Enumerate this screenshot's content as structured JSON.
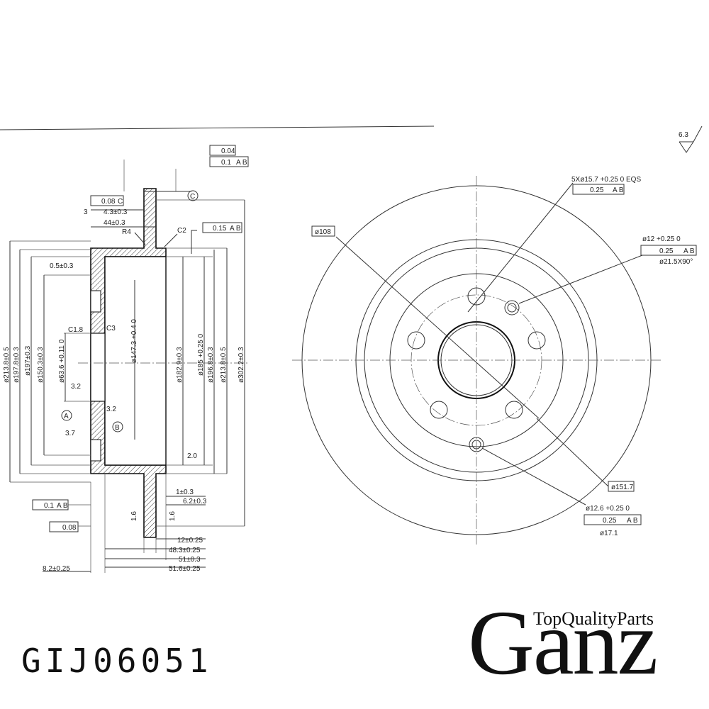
{
  "title_block": {
    "part_number": "GIJ06051",
    "brand_tagline": "TopQualityParts",
    "brand_name": "Ganz"
  },
  "surface_finish": "6.3",
  "side_view": {
    "tol_top_flatness": "0.04",
    "tol_top_runout": "0.1",
    "tol_top_runout_ref": "A B",
    "tol_parallel": "0.08",
    "tol_parallel_ref": "C",
    "datum_c": "C",
    "dim_3": "3",
    "dim_4_3": "4.3±0.3",
    "dim_44": "44±0.3",
    "dim_r4": "R4",
    "dim_c2": "C2",
    "tol_runout_side": "0.15",
    "tol_runout_side_ref": "A B",
    "dim_0_5": "0.5±0.3",
    "dim_c1_8": "C1.8",
    "dim_c3": "C3",
    "dim_3_2_left": "3.2",
    "dim_3_2_right": "3.2",
    "datum_a": "A",
    "datum_b": "B",
    "dim_3_7": "3.7",
    "dim_2_0": "2.0",
    "dim_d213_left": "ø213.8±0.5",
    "dim_d197_8": "ø197.8±0.3",
    "dim_d197": "ø197±0.3",
    "dim_d150_3": "ø150.3±0.3",
    "dim_d63_6": "ø63.6 +0.11 0",
    "dim_d147_3": "ø147.3 +0.4 0",
    "dim_d182_9": "ø182.9±0.3",
    "dim_d185": "ø185 +0.25 0",
    "dim_d196_8": "ø196.8±0.3",
    "dim_d213_right": "ø213.8±0.5",
    "dim_d302_2": "ø302.2±0.3",
    "tol_bottom_runout": "0.1",
    "tol_bottom_runout_ref": "A B",
    "tol_bottom_flatness": "0.08",
    "dim_1_6_left": "1.6",
    "dim_1_6_right": "1.6",
    "dim_1": "1±0.3",
    "dim_6_2": "6.2±0.3",
    "dim_12": "12±0.25",
    "dim_48_3": "48.3±0.25",
    "dim_51": "51±0.3",
    "dim_51_6": "51.6±0.25",
    "dim_8_2": "8.2±0.25"
  },
  "front_view": {
    "dim_d108": "ø108",
    "dim_holes": "5Xø15.7 +0.25 0 EQS",
    "tol_holes": "0.25",
    "tol_holes_ref": "A B",
    "dim_d12": "ø12 +0.25 0",
    "tol_d12": "0.25",
    "tol_d12_ref": "A B",
    "dim_chamfer": "ø21.5X90°",
    "dim_d151_7": "ø151.7",
    "dim_d12_6": "ø12.6 +0.25 0",
    "tol_d12_6": "0.25",
    "tol_d12_6_ref": "A B",
    "dim_d17_1": "ø17.1"
  }
}
